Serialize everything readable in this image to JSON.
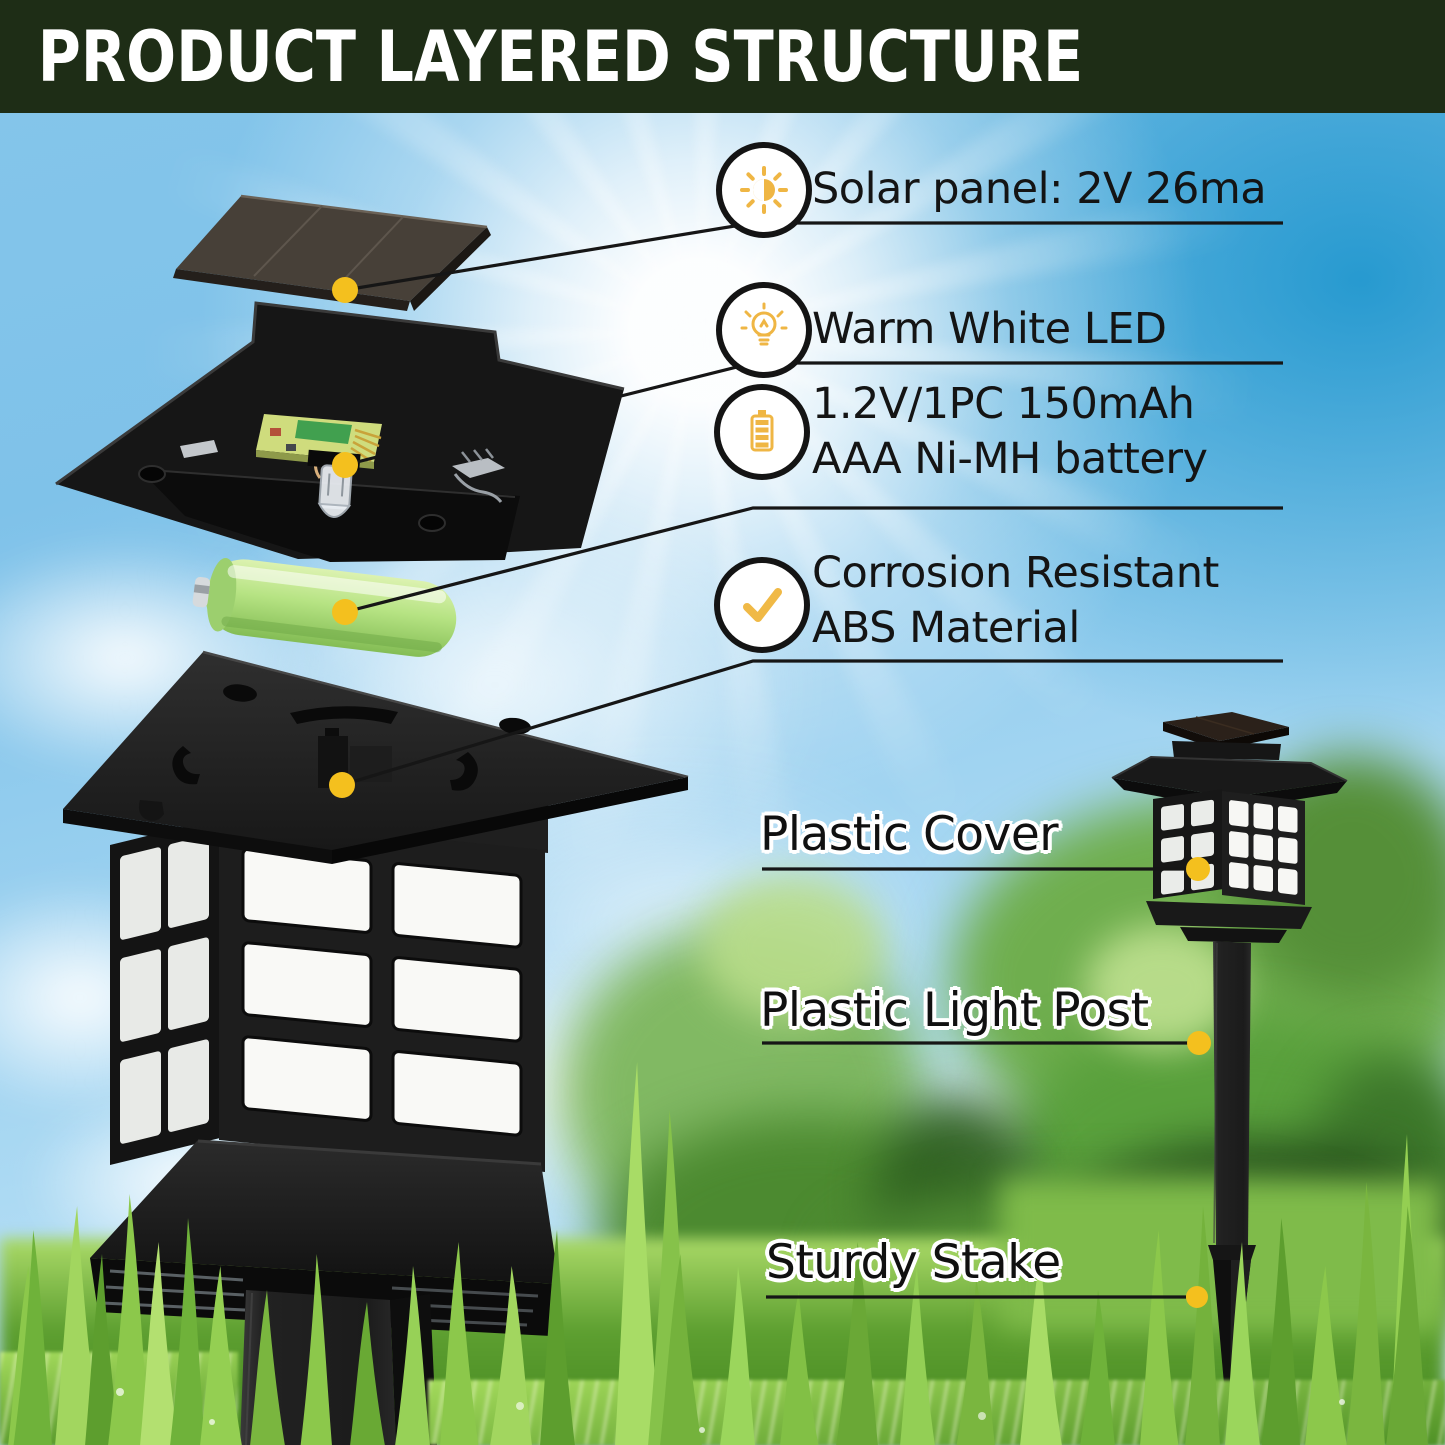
{
  "header": {
    "title": "PRODUCT LAYERED STRUCTURE"
  },
  "callouts": [
    {
      "icon": "sun-icon",
      "lines": [
        "Solar panel: 2V 26ma"
      ]
    },
    {
      "icon": "bulb-icon",
      "lines": [
        "Warm White LED"
      ]
    },
    {
      "icon": "battery-icon",
      "lines": [
        "1.2V/1PC 150mAh",
        "AAA Ni-MH battery"
      ]
    },
    {
      "icon": "check-icon",
      "lines": [
        "Corrosion Resistant",
        "ABS Material"
      ]
    }
  ],
  "part_labels": [
    {
      "label": "Plastic Cover"
    },
    {
      "label": "Plastic Light Post"
    },
    {
      "label": "Sturdy Stake"
    }
  ],
  "parts_depicted": [
    "solar panel",
    "top cap with LED circuit",
    "AAA battery",
    "mount plate",
    "lantern cover",
    "base and post",
    "assembled light with stake"
  ],
  "colors": {
    "header_bg": "#1e2d16",
    "header_text": "#ffffff",
    "accent_amber": "#efb644",
    "dot_yellow": "#f4c01e",
    "leader_line": "#161616",
    "battery_green": "#b6e383",
    "sky_blue": "#7fc2e9",
    "grass_green": "#5d9f30"
  }
}
